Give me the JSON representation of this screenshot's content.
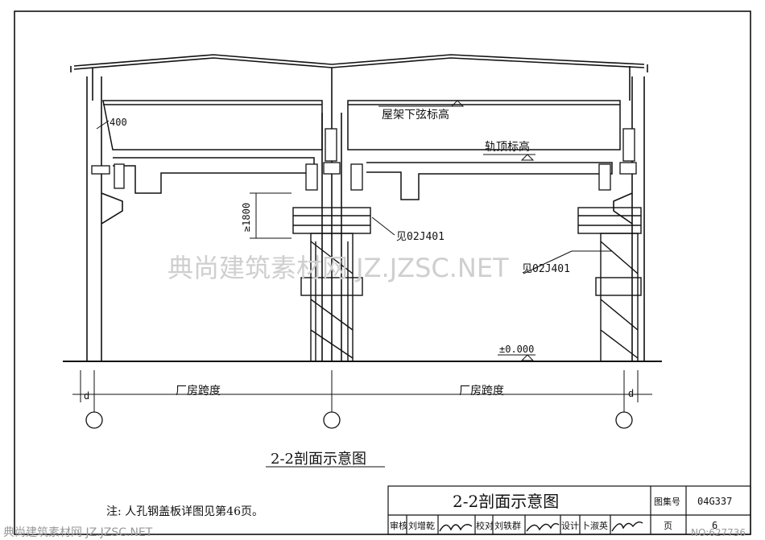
{
  "drawing": {
    "label_truss_bottom": "屋架下弦标高",
    "label_rail_top": "轨顶标高",
    "dim_400": "400",
    "dim_1800": "≥1800",
    "ref_left": "见02J401",
    "ref_right": "见02J401",
    "elevation_zero": "±0.000",
    "span_left": "厂房跨度",
    "span_right": "厂房跨度",
    "d_left": "d",
    "d_right": "d",
    "section_caption": "2-2剖面示意图"
  },
  "note": "注:  人孔钢盖板详图见第46页。",
  "title_block": {
    "title": "2-2剖面示意图",
    "atlas_label": "图集号",
    "atlas_no": "04G337",
    "review_label": "审核",
    "reviewer": "刘增乾",
    "check_label": "校对",
    "checker": "刘轶群",
    "design_label": "设计",
    "designer": "卜淑英",
    "page_label": "页",
    "page_no": "6"
  },
  "watermark": {
    "center": "典尚建筑素材网 JZ.JZSC.NET",
    "bottom_left": "典尚建筑素材网 JZ.JZSC.NET",
    "bottom_right": "NO:627736"
  }
}
